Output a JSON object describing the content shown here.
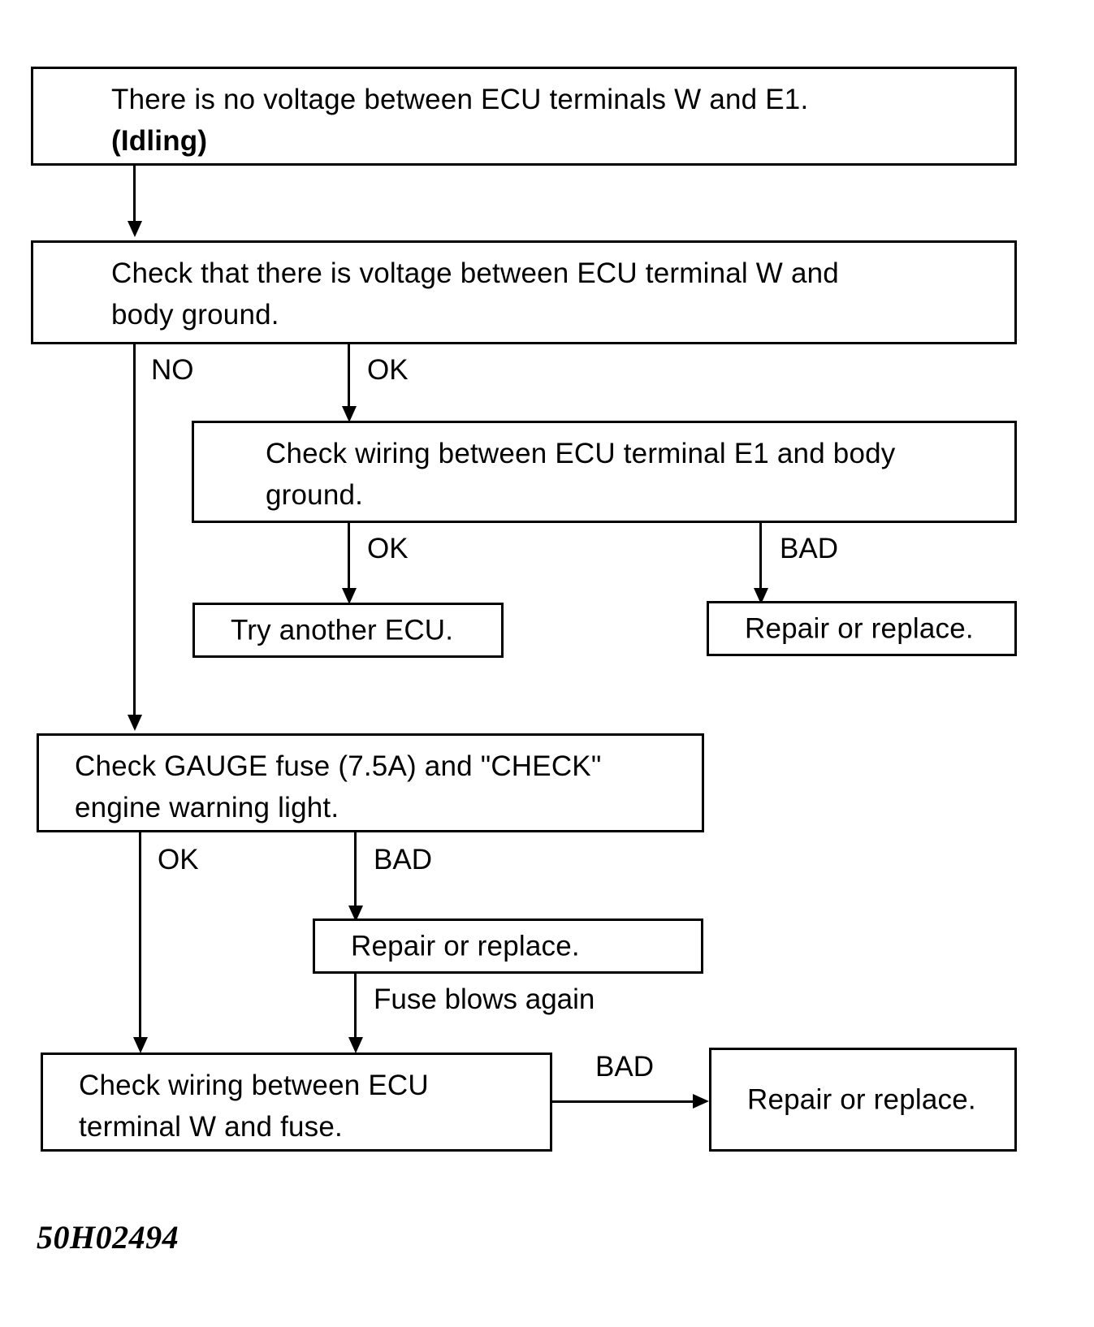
{
  "diagram": {
    "caption": "50H02494",
    "nodes": {
      "n1_line1": "There is no voltage between ECU terminals W and E1.",
      "n1_line2": "(Idling)",
      "n2": "Check that there is voltage between ECU terminal W and\nbody ground.",
      "n3": "Check wiring between ECU terminal E1 and body\nground.",
      "n4": "Try another ECU.",
      "n5": "Repair or replace.",
      "n6": "Check GAUGE fuse (7.5A) and \"CHECK\"\nengine warning light.",
      "n7": "Repair or replace.",
      "n8": "Check wiring between ECU\nterminal W and fuse.",
      "n9": "Repair or replace."
    },
    "edges": {
      "e_no": "NO",
      "e_ok_top": "OK",
      "e_ok_mid": "OK",
      "e_bad_mid": "BAD",
      "e_ok_gauge": "OK",
      "e_bad_gauge": "BAD",
      "e_fuse_blows": "Fuse blows again",
      "e_bad_bottom": "BAD"
    }
  },
  "chart_data": {
    "type": "diagram",
    "title": "ECU terminal W / E1 no-voltage troubleshooting flowchart",
    "nodes": [
      {
        "id": "n1",
        "label": "There is no voltage between ECU terminals W and E1. (Idling)",
        "shape": "rect"
      },
      {
        "id": "n2",
        "label": "Check that there is voltage between ECU terminal W and body ground.",
        "shape": "rect"
      },
      {
        "id": "n3",
        "label": "Check wiring between ECU terminal E1 and body ground.",
        "shape": "rect"
      },
      {
        "id": "n4",
        "label": "Try another ECU.",
        "shape": "rect"
      },
      {
        "id": "n5",
        "label": "Repair or replace.",
        "shape": "rect"
      },
      {
        "id": "n6",
        "label": "Check GAUGE fuse (7.5A) and \"CHECK\" engine warning light.",
        "shape": "rect"
      },
      {
        "id": "n7",
        "label": "Repair or replace.",
        "shape": "rect"
      },
      {
        "id": "n8",
        "label": "Check wiring between ECU terminal W and fuse.",
        "shape": "rect"
      },
      {
        "id": "n9",
        "label": "Repair or replace.",
        "shape": "rect"
      }
    ],
    "links": [
      {
        "from": "n1",
        "to": "n2",
        "label": ""
      },
      {
        "from": "n2",
        "to": "n3",
        "label": "OK"
      },
      {
        "from": "n2",
        "to": "n6",
        "label": "NO"
      },
      {
        "from": "n3",
        "to": "n4",
        "label": "OK"
      },
      {
        "from": "n3",
        "to": "n5",
        "label": "BAD"
      },
      {
        "from": "n6",
        "to": "n8",
        "label": "OK"
      },
      {
        "from": "n6",
        "to": "n7",
        "label": "BAD"
      },
      {
        "from": "n7",
        "to": "n8",
        "label": "Fuse blows again"
      },
      {
        "from": "n8",
        "to": "n9",
        "label": "BAD"
      }
    ]
  }
}
